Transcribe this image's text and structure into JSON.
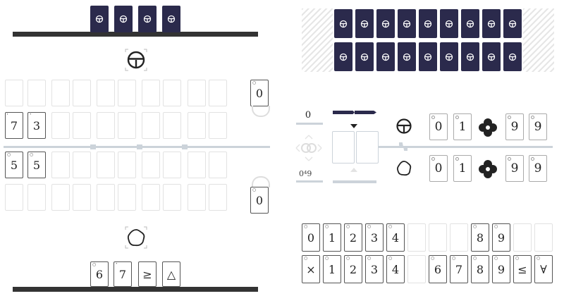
{
  "left_board": {
    "opponent_deck_count": 4,
    "grid": {
      "rows": 4,
      "cols": 10
    },
    "center_line_markers": [
      "7",
      "11",
      "15"
    ],
    "player_cards": [
      {
        "index": "1",
        "value": "7"
      },
      {
        "index": "",
        "value": "3"
      },
      {
        "index": "",
        "value": "5"
      },
      {
        "index": "",
        "value": "5"
      }
    ],
    "side_card_top": {
      "value": "0"
    },
    "side_card_bottom": {
      "value": "0"
    },
    "hand": [
      {
        "value": "6"
      },
      {
        "value": "7"
      },
      {
        "value": "≥"
      },
      {
        "value": "△"
      }
    ]
  },
  "right_panel": {
    "deck_rows": 2,
    "deck_cols": 9,
    "score_value": "0",
    "formula_text": "0⁴9",
    "player_top": {
      "digits": [
        "0",
        "1",
        "9",
        "9"
      ]
    },
    "player_bottom": {
      "digits": [
        "0",
        "1",
        "9",
        "9"
      ]
    },
    "bottom_row1": [
      "0",
      "1",
      "2",
      "3",
      "4",
      "",
      "",
      "",
      "8",
      "9",
      "",
      ""
    ],
    "bottom_row2": [
      "×",
      "1",
      "2",
      "3",
      "4",
      "",
      "6",
      "7",
      "8",
      "9",
      "≤",
      "∀"
    ]
  },
  "colors": {
    "card_back": "#2b2a4c",
    "bar": "#333333",
    "grid": "#e2e2e2",
    "accent_line": "#ccd3da"
  }
}
